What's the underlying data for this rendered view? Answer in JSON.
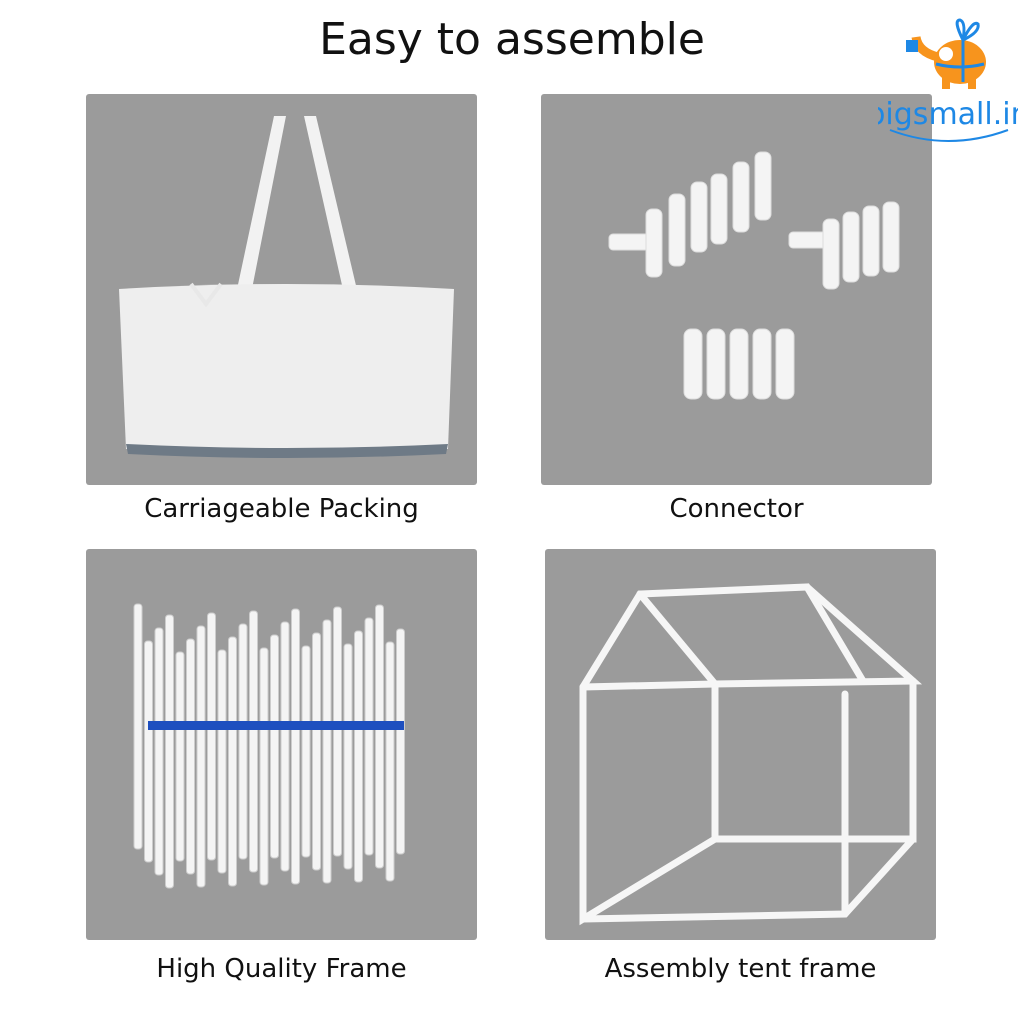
{
  "title": "Easy to assemble",
  "logo": {
    "text": "bigsmall.in",
    "orange": "#f7941d",
    "blue": "#1e88e5"
  },
  "panels": [
    {
      "caption": "Carriageable Packing"
    },
    {
      "caption": "Connector"
    },
    {
      "caption": "High Quality Frame"
    },
    {
      "caption": "Assembly tent frame"
    }
  ],
  "colors": {
    "panel": "#9b9b9b",
    "pipe": "#f4f4f4",
    "tape": "#1e4fbf"
  }
}
